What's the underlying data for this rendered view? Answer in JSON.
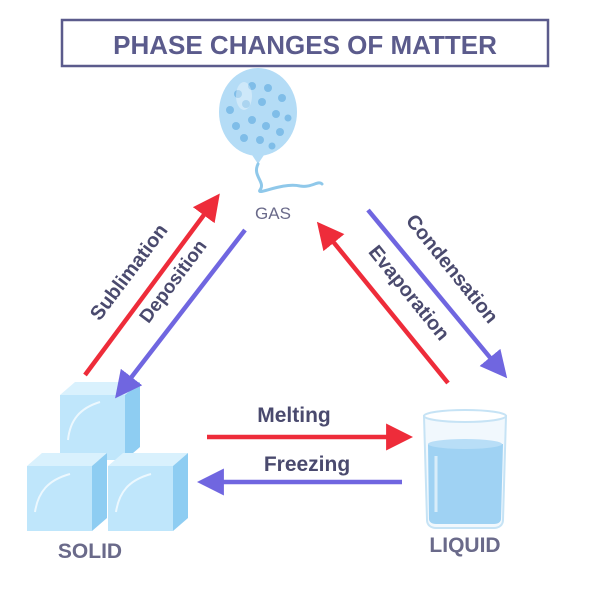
{
  "title": "PHASE CHANGES OF MATTER",
  "states": {
    "gas": "GAS",
    "solid": "SOLID",
    "liquid": "LIQUID"
  },
  "processes": {
    "sublimation": "Sublimation",
    "deposition": "Deposition",
    "condensation": "Condensation",
    "evaporation": "Evaporation",
    "melting": "Melting",
    "freezing": "Freezing"
  },
  "colors": {
    "title_text": "#5b5b8c",
    "title_border": "#5b5b8c",
    "label_text": "#4a4a6e",
    "state_label": "#6a6a8a",
    "red_arrow": "#ee2c3a",
    "purple_arrow": "#7066e0",
    "ice": "#bfe6fb",
    "ice_dark": "#8ecdf2",
    "water": "#9fd2f3",
    "balloon": "#b4dcf6",
    "balloon_dots": "#7fbde8"
  },
  "icons": {
    "gas": "balloon-icon",
    "solid": "ice-cubes-icon",
    "liquid": "glass-of-water-icon"
  }
}
